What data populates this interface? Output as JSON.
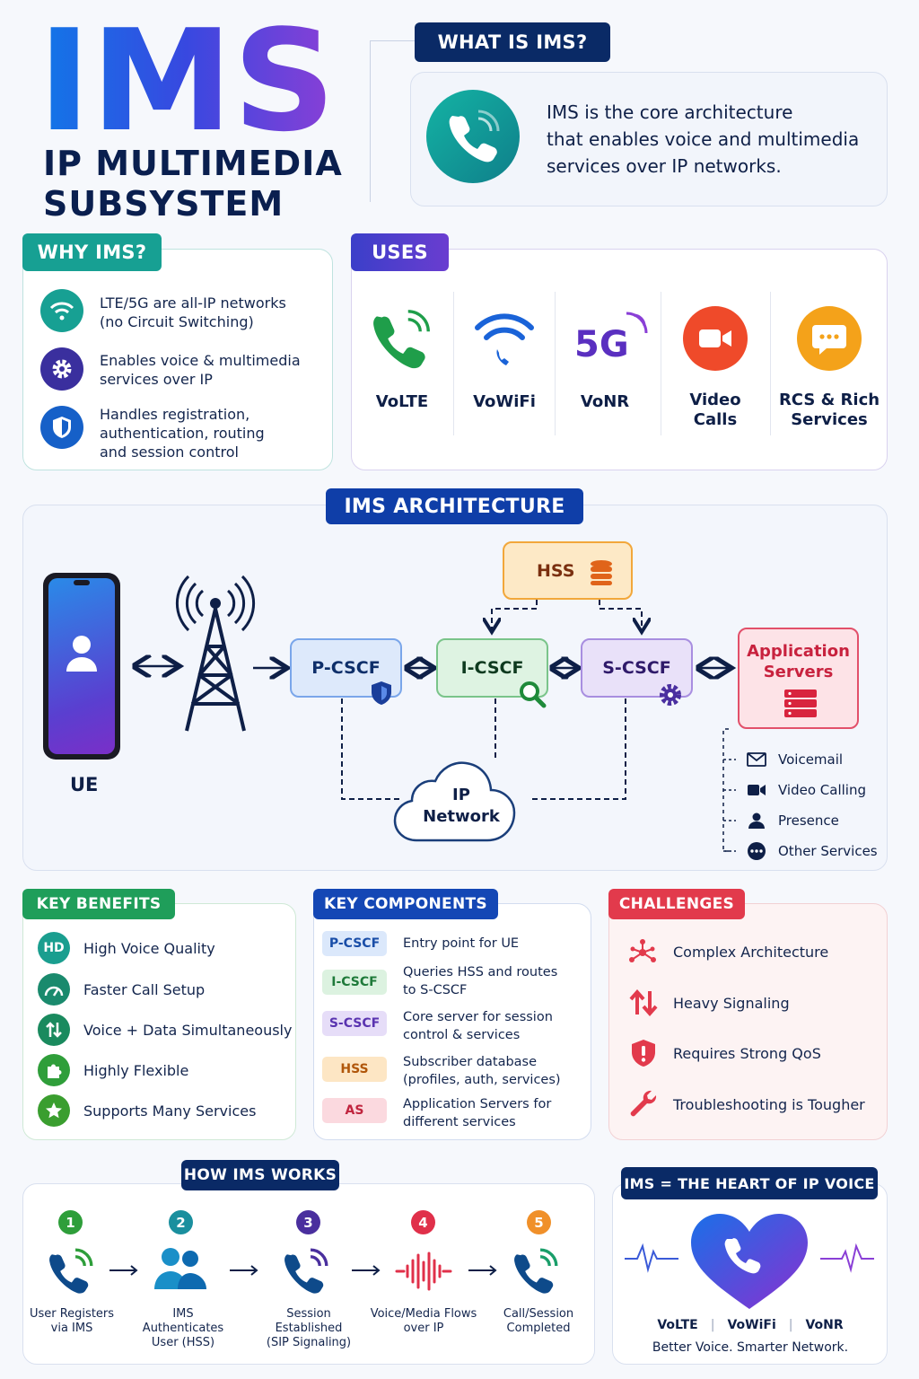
{
  "header": {
    "logo": "IMS",
    "subtitle_line1": "IP MULTIMEDIA",
    "subtitle_line2": "SUBSYSTEM"
  },
  "what_is": {
    "title": "WHAT IS IMS?",
    "text_line1": "IMS is the core architecture",
    "text_line2": "that enables voice and multimedia",
    "text_line3": "services over IP networks."
  },
  "why": {
    "title": "WHY IMS?",
    "items": [
      {
        "icon": "wifi-icon",
        "line1": "LTE/5G are all-IP networks",
        "line2": "(no Circuit Switching)",
        "line3": ""
      },
      {
        "icon": "gear-icon",
        "line1": "Enables voice & multimedia",
        "line2": "services over IP",
        "line3": ""
      },
      {
        "icon": "shield-icon",
        "line1": "Handles registration,",
        "line2": "authentication, routing",
        "line3": "and session control"
      }
    ]
  },
  "uses": {
    "title": "USES",
    "items": [
      {
        "icon": "phone-icon",
        "line1": "VoLTE",
        "line2": ""
      },
      {
        "icon": "wifi-call-icon",
        "line1": "VoWiFi",
        "line2": ""
      },
      {
        "icon": "5g-icon",
        "badge": "5G",
        "line1": "VoNR",
        "line2": ""
      },
      {
        "icon": "video-icon",
        "line1": "Video",
        "line2": "Calls"
      },
      {
        "icon": "chat-icon",
        "line1": "RCS & Rich",
        "line2": "Services"
      }
    ]
  },
  "architecture": {
    "title": "IMS ARCHITECTURE",
    "ue_label": "UE",
    "hss": "HSS",
    "pcscf": "P-CSCF",
    "icscf": "I-CSCF",
    "scscf": "S-CSCF",
    "as_line1": "Application",
    "as_line2": "Servers",
    "network_line1": "IP",
    "network_line2": "Network",
    "services": [
      {
        "icon": "mail-icon",
        "label": "Voicemail"
      },
      {
        "icon": "video-icon",
        "label": "Video Calling"
      },
      {
        "icon": "person-icon",
        "label": "Presence"
      },
      {
        "icon": "more-icon",
        "label": "Other Services"
      }
    ]
  },
  "benefits": {
    "title": "KEY BENEFITS",
    "hd": "HD",
    "items": [
      {
        "icon": "hd-icon",
        "label": "High Voice Quality",
        "color": "#1a9e8f"
      },
      {
        "icon": "speedometer-icon",
        "label": "Faster Call Setup",
        "color": "#1a8a6d"
      },
      {
        "icon": "up-down-arrows-icon",
        "label": "Voice + Data Simultaneously",
        "color": "#1a8a5e"
      },
      {
        "icon": "puzzle-icon",
        "label": "Highly Flexible",
        "color": "#2f9e3a"
      },
      {
        "icon": "star-icon",
        "label": "Supports Many Services",
        "color": "#3a9e2f"
      }
    ]
  },
  "components": {
    "title": "KEY COMPONENTS",
    "items": [
      {
        "tag": "P-CSCF",
        "line1": "Entry point for UE",
        "line2": "",
        "bg": "#dbe8fb",
        "fg": "#1a4ea8"
      },
      {
        "tag": "I-CSCF",
        "line1": "Queries HSS and routes",
        "line2": "to S-CSCF",
        "bg": "#dcf2e0",
        "fg": "#1f7a3a"
      },
      {
        "tag": "S-CSCF",
        "line1": "Core server for session",
        "line2": "control & services",
        "bg": "#e6ddf8",
        "fg": "#5a34b0"
      },
      {
        "tag": "HSS",
        "line1": "Subscriber database",
        "line2": "(profiles, auth, services)",
        "bg": "#fde6c4",
        "fg": "#b0560a"
      },
      {
        "tag": "AS",
        "line1": "Application Servers for",
        "line2": "different services",
        "bg": "#fbd9df",
        "fg": "#c0243e"
      }
    ]
  },
  "challenges": {
    "title": "CHALLENGES",
    "items": [
      {
        "icon": "network-icon",
        "label": "Complex Architecture"
      },
      {
        "icon": "up-down-arrows-icon",
        "label": "Heavy Signaling"
      },
      {
        "icon": "shield-alert-icon",
        "label": "Requires Strong QoS"
      },
      {
        "icon": "wrench-icon",
        "label": "Troubleshooting is Tougher"
      }
    ]
  },
  "how": {
    "title": "HOW IMS WORKS",
    "steps": [
      {
        "num": "1",
        "line1": "User Registers",
        "line2": "via IMS",
        "color": "#2e9e3a",
        "icon": "phone-icon"
      },
      {
        "num": "2",
        "line1": "IMS Authenticates",
        "line2": "User (HSS)",
        "color": "#1a8f9e",
        "icon": "users-icon"
      },
      {
        "num": "3",
        "line1": "Session Established",
        "line2": "(SIP Signaling)",
        "color": "#4a2f9e",
        "icon": "phone-icon"
      },
      {
        "num": "4",
        "line1": "Voice/Media Flows",
        "line2": "over IP",
        "color": "#e0304a",
        "icon": "waveform-icon"
      },
      {
        "num": "5",
        "line1": "Call/Session",
        "line2": "Completed",
        "color": "#f0902a",
        "icon": "phone-icon"
      }
    ]
  },
  "heart": {
    "title": "IMS = THE HEART OF IP VOICE",
    "labels": [
      "VoLTE",
      "VoWiFi",
      "VoNR"
    ],
    "separator": "|",
    "tagline": "Better Voice. Smarter Network."
  }
}
